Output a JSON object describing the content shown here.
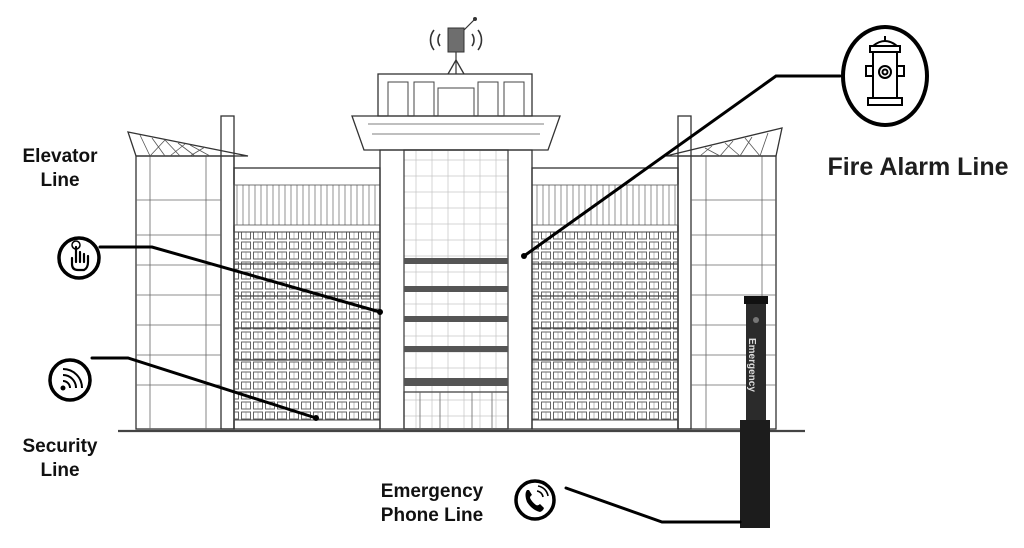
{
  "labels": {
    "elevator": [
      "Elevator",
      "Line"
    ],
    "security": [
      "Security",
      "Line"
    ],
    "phone": [
      "Emergency",
      "Phone Line"
    ],
    "fire": "Fire Alarm Line",
    "call_box_text": "Emergency"
  },
  "icons": {
    "elevator": "hand-press-icon",
    "security": "card-reader-signal-icon",
    "phone": "phone-ringing-icon",
    "fire": "fire-hydrant-icon",
    "antenna": "antenna-signal-icon"
  },
  "colors": {
    "line": "#000000",
    "building_stroke": "#333333",
    "text": "#111111"
  }
}
